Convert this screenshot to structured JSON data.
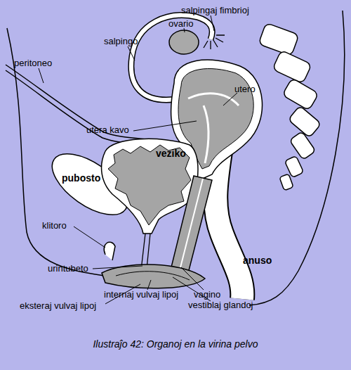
{
  "diagram": {
    "caption": "Ilustraĵo 42: Organoj en la virina pelvo",
    "labels": [
      "salpingaj fimbrioj",
      "ovario",
      "salpingo",
      "peritoneo",
      "utero",
      "utera kavo",
      "veziko",
      "pubosto",
      "klitoro",
      "urintubeto",
      "anuso",
      "internaj vulvaj lipoj",
      "vagino",
      "eksteraj vulvaj lipoj",
      "vestiblaj glandoj"
    ]
  }
}
